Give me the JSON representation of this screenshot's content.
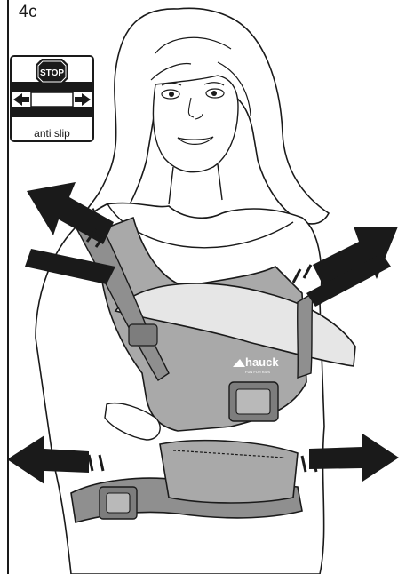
{
  "step": {
    "label": "4c"
  },
  "badge": {
    "stop_text": "STOP",
    "caption": "anti slip",
    "icon": "stop-sign-icon"
  },
  "brand": {
    "logo_text": "hauck",
    "tagline": "FUN FOR KIDS"
  },
  "colors": {
    "ink": "#1a1a1a",
    "carrier": "#a9a9a9",
    "carrier_dark": "#7d7d7d",
    "strap": "#8f8f8f",
    "arrow": "#1a1a1a"
  }
}
